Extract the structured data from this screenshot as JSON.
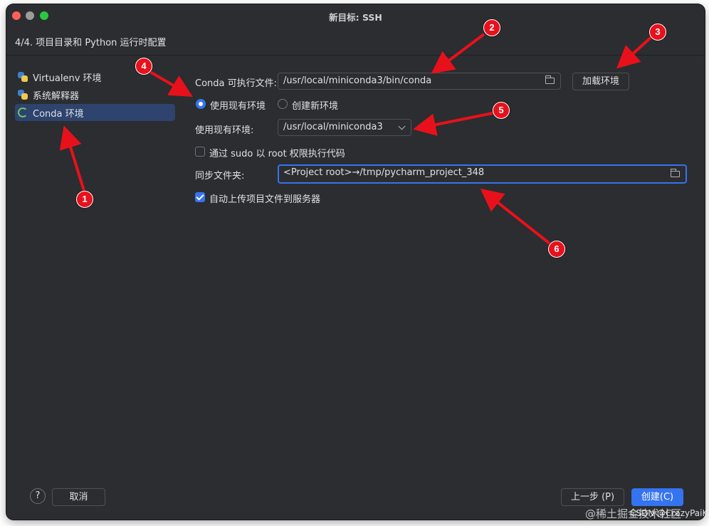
{
  "window": {
    "title": "新目标: SSH",
    "step_header": "4/4. 项目目录和 Python 运行时配置"
  },
  "sidebar": {
    "items": [
      {
        "label": "Virtualenv 环境",
        "icon": "virtualenv-icon",
        "selected": false
      },
      {
        "label": "系统解释器",
        "icon": "python-icon",
        "selected": false
      },
      {
        "label": "Conda 环境",
        "icon": "conda-icon",
        "selected": true
      }
    ]
  },
  "form": {
    "conda_exec_label": "Conda 可执行文件:",
    "conda_exec_value": "/usr/local/miniconda3/bin/conda",
    "load_env_button": "加载环境",
    "radio_use_existing": "使用现有环境",
    "radio_create_new": "创建新环境",
    "selected_radio": "use_existing",
    "existing_env_label": "使用现有环境:",
    "existing_env_value": "/usr/local/miniconda3",
    "sudo_label": "通过 sudo 以 root 权限执行代码",
    "sudo_checked": false,
    "sync_folder_label": "同步文件夹:",
    "sync_folder_value": "<Project root>→/tmp/pycharm_project_348",
    "auto_upload_label": "自动上传项目文件到服务器",
    "auto_upload_checked": true
  },
  "footer": {
    "help_label": "?",
    "cancel_button": "取消",
    "prev_button": "上一步 (P)",
    "create_button": "创建(C)"
  },
  "annotations": {
    "badges": [
      "1",
      "2",
      "3",
      "4",
      "5",
      "6"
    ],
    "color": "#e8111b"
  },
  "watermark": {
    "text": "@稀土掘金技术社区",
    "csdn": "CSDN @CrazyPaiK"
  },
  "colors": {
    "window_bg": "#2b2d30",
    "accent": "#3574f0",
    "selection": "#2e436e",
    "text": "#dfe1e5"
  }
}
